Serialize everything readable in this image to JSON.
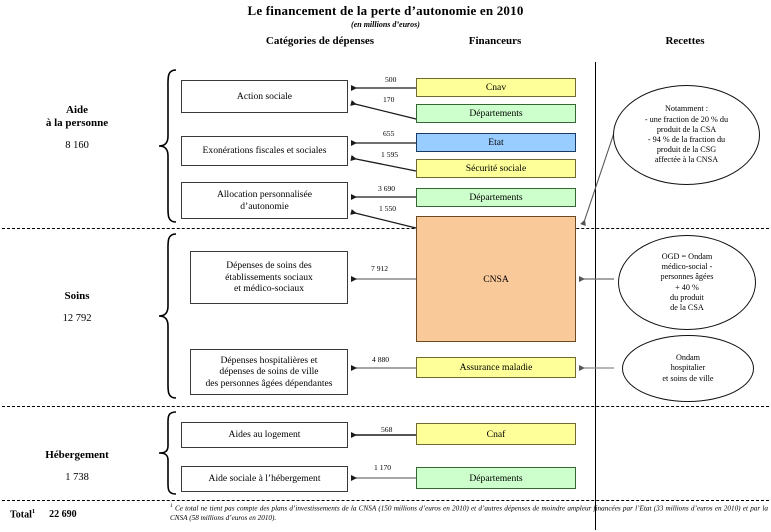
{
  "title": "Le financement de la perte d’autonomie en 2010",
  "subtitle": "(en millions d’euros)",
  "columns": {
    "expenses": "Catégories de dépenses",
    "financers": "Financeurs",
    "receipts": "Recettes"
  },
  "groups": [
    {
      "name_line1": "Aide",
      "name_line2": "à la personne",
      "value": "8 160"
    },
    {
      "name_line1": "Soins",
      "name_line2": "",
      "value": "12 792"
    },
    {
      "name_line1": "Hébergement",
      "name_line2": "",
      "value": "1 738"
    }
  ],
  "expense_boxes": [
    {
      "lines": [
        "Action sociale"
      ]
    },
    {
      "lines": [
        "Exonérations fiscales et sociales"
      ]
    },
    {
      "lines": [
        "Allocation personnalisée",
        "d’autonomie"
      ]
    },
    {
      "lines": [
        "Dépenses de soins des",
        "établissements sociaux",
        "et médico-sociaux"
      ]
    },
    {
      "lines": [
        "Dépenses hospitalières et",
        "dépenses de soins de ville",
        "des personnes âgées dépendantes"
      ]
    },
    {
      "lines": [
        "Aides au logement"
      ]
    },
    {
      "lines": [
        "Aide sociale à l’hébergement"
      ]
    }
  ],
  "financer_boxes": [
    {
      "label": "Cnav",
      "color": "#ffff99"
    },
    {
      "label": "Départements",
      "color": "#ccffcc"
    },
    {
      "label": "Etat",
      "color": "#99ccff"
    },
    {
      "label": "Sécurité sociale",
      "color": "#ffff99"
    },
    {
      "label": "Départements",
      "color": "#ccffcc"
    },
    {
      "label": "CNSA",
      "color": "#fac99a"
    },
    {
      "label": "Assurance maladie",
      "color": "#ffff99"
    },
    {
      "label": "Cnaf",
      "color": "#ffff99"
    },
    {
      "label": "Départements",
      "color": "#ccffcc"
    }
  ],
  "flows": [
    {
      "from": "Cnav",
      "to": "Action sociale",
      "amount": "500"
    },
    {
      "from": "Départements",
      "to": "Action sociale",
      "amount": "170"
    },
    {
      "from": "Etat",
      "to": "Exonérations fiscales et sociales",
      "amount": "655"
    },
    {
      "from": "Sécurité sociale",
      "to": "Exonérations fiscales et sociales",
      "amount": "1 595"
    },
    {
      "from": "Départements",
      "to": "Allocation personnalisée d’autonomie",
      "amount": "3 690"
    },
    {
      "from": "CNSA",
      "to": "Allocation personnalisée d’autonomie",
      "amount": "1 550"
    },
    {
      "from": "CNSA",
      "to": "Dépenses de soins des établissements sociaux et médico-sociaux",
      "amount": "7 912"
    },
    {
      "from": "Assurance maladie",
      "to": "Dépenses hospitalières et dépenses de soins de ville",
      "amount": "4 880"
    },
    {
      "from": "Cnaf",
      "to": "Aides au logement",
      "amount": "568"
    },
    {
      "from": "Départements",
      "to": "Aide sociale à l’hébergement",
      "amount": "1 170"
    }
  ],
  "receipt_ellipses": [
    {
      "lines": [
        "Notamment :",
        "- une fraction de 20 % du",
        "produit de la CSA",
        "- 94 % de la fraction du",
        "produit de la CSG",
        "affectée à la CNSA"
      ]
    },
    {
      "lines": [
        "OGD = Ondam",
        "médico-social -",
        "personnes âgées",
        "+ 40 %",
        "du produit",
        "de la CSA"
      ]
    },
    {
      "lines": [
        "Ondam",
        "hospitalier",
        "et soins de ville"
      ]
    }
  ],
  "total": {
    "label": "Total",
    "sup": "1",
    "value": "22 690"
  },
  "footnote": {
    "sup": "1",
    "text": " Ce total ne tient pas compte des plans d’investissements de la CNSA (150 millions d’euros en 2010) et d’autres dépenses de moindre ampleur financées par l’Etat (33 millions d’euros en 2010) et par la CNSA (58 millions d’euros en 2010)."
  }
}
